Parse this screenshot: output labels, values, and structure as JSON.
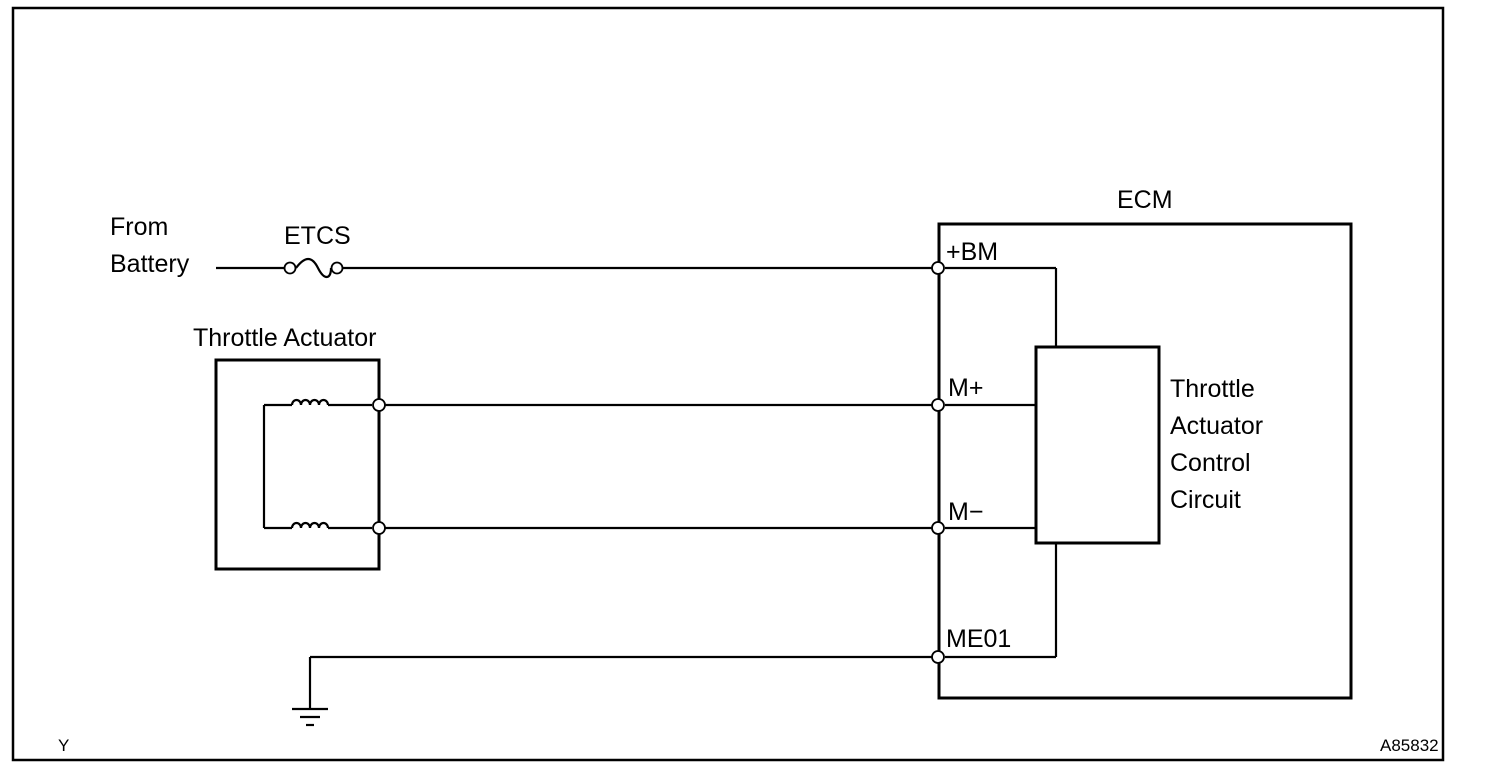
{
  "labels": {
    "source_line1": "From",
    "source_line2": "Battery",
    "fuse": "ETCS",
    "actuator": "Throttle Actuator",
    "ecm": "ECM",
    "pin_bm": "+BM",
    "pin_mplus": "M+",
    "pin_mminus": "M−",
    "pin_me01": "ME01",
    "circuit_line1": "Throttle",
    "circuit_line2": "Actuator",
    "circuit_line3": "Control",
    "circuit_line4": "Circuit",
    "corner_left": "Y",
    "corner_right": "A85832"
  }
}
